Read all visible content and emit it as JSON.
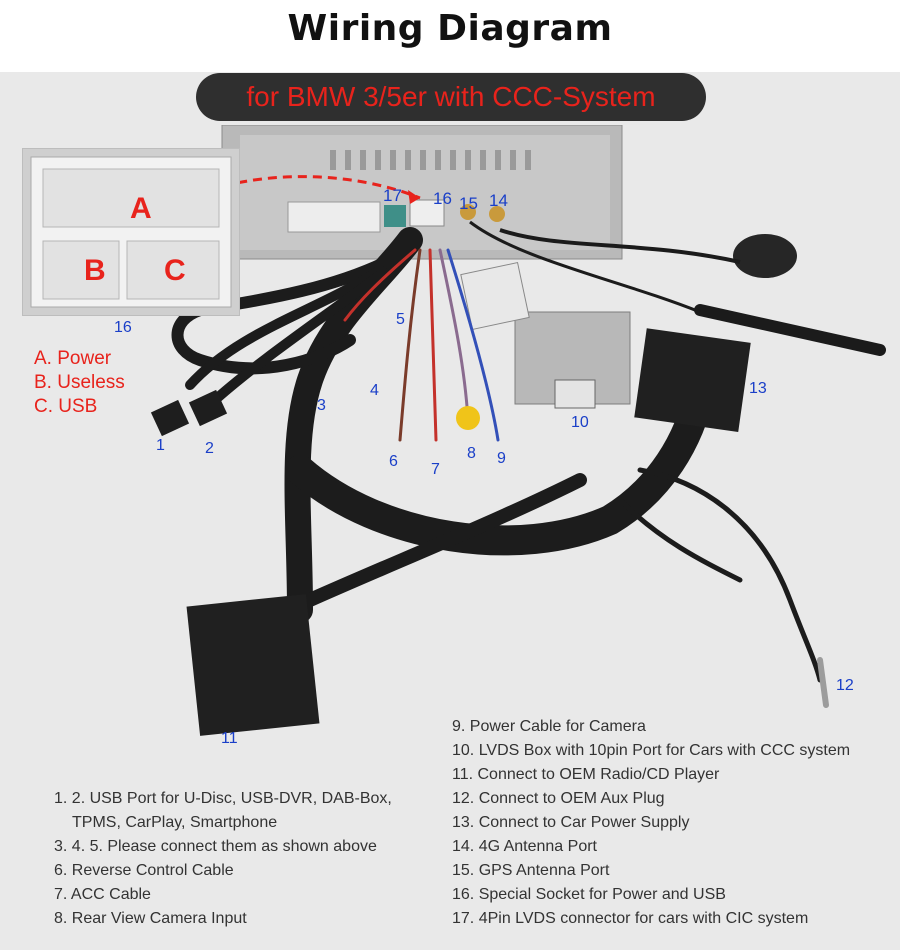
{
  "title": "Wiring Diagram",
  "subtitle": "for BMW 3/5er with CCC-System",
  "connector_labels": {
    "a": "A",
    "b": "B",
    "c": "C"
  },
  "inset_legend": [
    "A. Power",
    "B. Useless",
    "C. USB"
  ],
  "callouts": {
    "n1": "1",
    "n2": "2",
    "n3": "3",
    "n4": "4",
    "n5": "5",
    "n6": "6",
    "n7": "7",
    "n8": "8",
    "n9": "9",
    "n10": "10",
    "n11": "11",
    "n12": "12",
    "n13": "13",
    "n14": "14",
    "n15": "15",
    "n16": "16",
    "n16b": "16",
    "n17": "17"
  },
  "descriptions_left": [
    "1. 2. USB Port for U-Disc, USB-DVR, DAB-Box,",
    "TPMS, CarPlay, Smartphone",
    "3. 4. 5. Please connect them as shown above",
    "6. Reverse Control Cable",
    "7. ACC Cable",
    "8. Rear View Camera Input"
  ],
  "descriptions_right": [
    "9. Power Cable for Camera",
    "10. LVDS Box with 10pin Port for Cars with CCC system",
    "11. Connect to OEM Radio/CD Player",
    "12. Connect to OEM Aux Plug",
    "13. Connect to Car Power Supply",
    "14. 4G Antenna Port",
    "15. GPS Antenna Port",
    "16. Special Socket for Power and USB",
    "17. 4Pin LVDS connector for cars with CIC system"
  ],
  "colors": {
    "accent_red": "#e8231c",
    "callout_blue": "#1a3fc8",
    "pill_bg": "#2f2f2f",
    "cable_black": "#1c1c1c"
  }
}
